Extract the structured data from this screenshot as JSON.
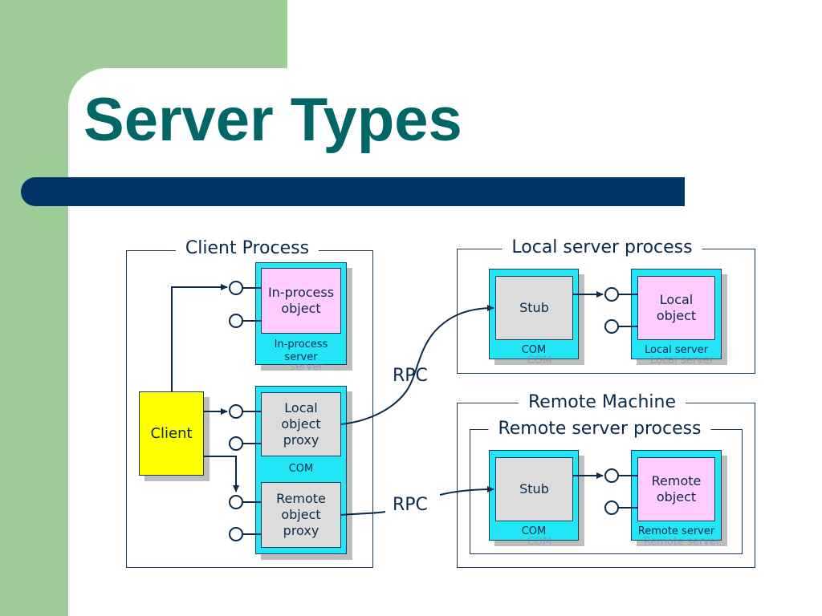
{
  "slide": {
    "title": "Server Types",
    "colors": {
      "accent_green": "#9dcc96",
      "title_teal": "#006666",
      "bar_navy": "#003366",
      "com_cyan": "#22e5f5"
    }
  },
  "diagram": {
    "client_process": {
      "label": "Client Process",
      "client_label": "Client",
      "in_process_object": "In-process\nobject",
      "in_process_server": "In-process\nserver",
      "local_object_proxy": "Local\nobject\nproxy",
      "com_label": "COM",
      "remote_object_proxy": "Remote\nobject\nproxy"
    },
    "local_server_process": {
      "label": "Local server process",
      "stub_label": "Stub",
      "stub_com": "COM",
      "object_label": "Local\nobject",
      "server_label": "Local server"
    },
    "remote_machine": {
      "label": "Remote Machine",
      "process_label": "Remote server process",
      "stub_label": "Stub",
      "stub_com": "COM",
      "object_label": "Remote\nobject",
      "server_label": "Remote server"
    },
    "rpc_top": "RPC",
    "rpc_bottom": "RPC"
  }
}
